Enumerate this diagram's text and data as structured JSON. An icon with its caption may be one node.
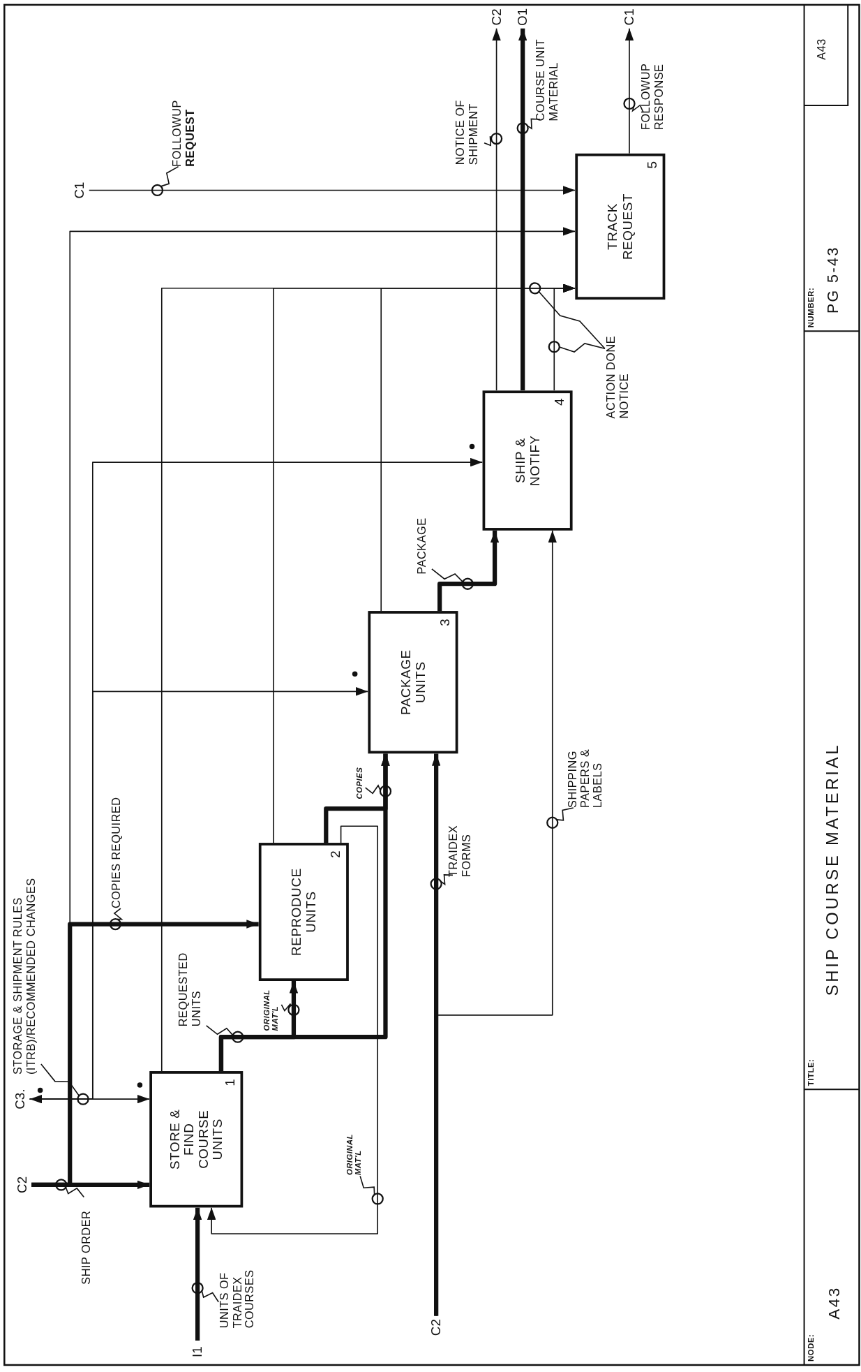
{
  "diagram": {
    "title": "SHIP COURSE MATERIAL",
    "nodes": [
      {
        "text": [
          "STORE & FIND COURSE UNITS",
          "1"
        ]
      },
      {
        "text": [
          "REPRODUCE UNITS",
          "2"
        ]
      },
      {
        "text": [
          "PACKAGE UNITS",
          "3"
        ]
      },
      {
        "text": [
          "SHIP & NOTIFY",
          "4"
        ]
      },
      {
        "text": [
          "TRACK REQUEST",
          "5"
        ]
      },
      {
        "text": [
          "C2"
        ]
      },
      {
        "text": [
          "C3."
        ]
      },
      {
        "text": [
          "I1"
        ]
      },
      {
        "text": [
          "C2"
        ]
      },
      {
        "text": [
          "C1"
        ]
      },
      {
        "text": [
          "C2"
        ]
      },
      {
        "text": [
          "O1"
        ]
      },
      {
        "text": [
          "C1"
        ]
      }
    ],
    "edges": [
      {
        "from": 5,
        "to": 0,
        "arrow": "to",
        "style": "thick",
        "label": "SHIP ORDER"
      },
      {
        "from": 5,
        "to": 1,
        "arrow": "to",
        "style": "thick",
        "label": "COPIES REQUIRED"
      },
      {
        "from": 5,
        "to": 4,
        "arrow": "to"
      },
      {
        "from": 6,
        "to": 0,
        "arrow": "both",
        "label": "STORAGE & SHIPMENT RULES (ITRB)/RECOMMENDED CHANGES"
      },
      {
        "from": 6,
        "to": 2,
        "arrow": "to"
      },
      {
        "from": 6,
        "to": 3,
        "arrow": "to"
      },
      {
        "from": 7,
        "to": 0,
        "arrow": "to",
        "style": "thick",
        "label": "UNITS OF TRAIDEX COURSES"
      },
      {
        "from": 0,
        "to": 1,
        "arrow": "to",
        "style": "thick",
        "label": "ORIGINAL MAT'L"
      },
      {
        "from": 0,
        "to": 2,
        "arrow": "to",
        "style": "thick",
        "label": "REQUESTED UNITS"
      },
      {
        "from": 1,
        "to": 2,
        "arrow": "to",
        "style": "thick",
        "label": "COPIES"
      },
      {
        "from": 1,
        "to": 0,
        "arrow": "to",
        "label": "ORIGINAL MAT'L"
      },
      {
        "from": 8,
        "to": 2,
        "arrow": "to",
        "style": "thick",
        "label": "TRAIDEX FORMS"
      },
      {
        "from": 8,
        "to": 3,
        "arrow": "to",
        "label": "SHIPPING PAPERS & LABELS"
      },
      {
        "from": 2,
        "to": 3,
        "arrow": "to",
        "style": "thick",
        "label": "PACKAGE"
      },
      {
        "from": 0,
        "to": 4,
        "arrow": "to"
      },
      {
        "from": 1,
        "to": 4,
        "arrow": "to"
      },
      {
        "from": 2,
        "to": 4,
        "arrow": "to"
      },
      {
        "from": 3,
        "to": 4,
        "arrow": "to",
        "label": "ACTION DONE NOTICE"
      },
      {
        "from": 9,
        "to": 4,
        "arrow": "to",
        "label": "FOLLOWUP **REQUEST**"
      },
      {
        "from": 3,
        "to": 10,
        "arrow": "to",
        "label": "NOTICE OF SHIPMENT"
      },
      {
        "from": 3,
        "to": 11,
        "arrow": "to",
        "style": "thick",
        "label": "COURSE UNIT MATERIAL"
      },
      {
        "from": 4,
        "to": 12,
        "arrow": "to",
        "label": "FOLLOWUP RESPONSE"
      }
    ],
    "labels": [
      "NODE:",
      "A43",
      "TITLE:",
      "NUMBER:",
      "PG 5-43",
      "A43"
    ]
  }
}
